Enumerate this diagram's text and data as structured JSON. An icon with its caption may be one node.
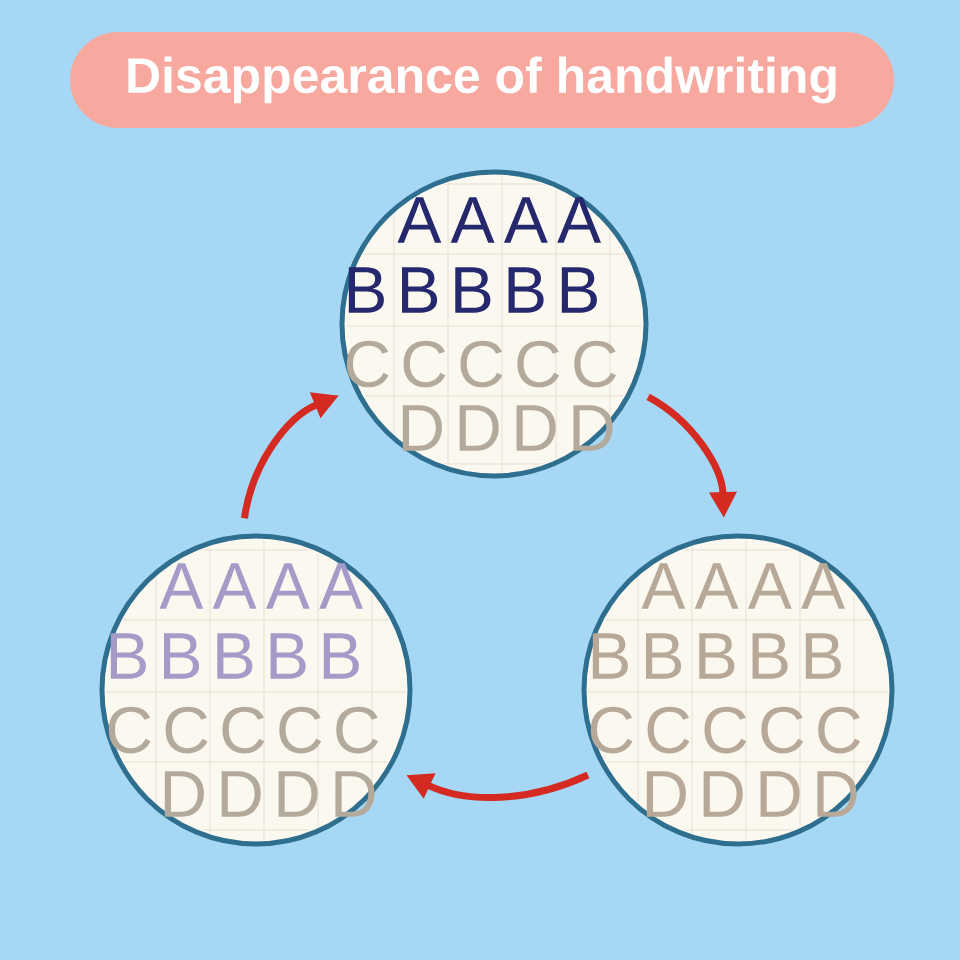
{
  "diagram": {
    "title": "Disappearance of handwriting",
    "nodes": [
      {
        "text": [
          "AAAA",
          "BBBBB",
          "CCCCC",
          "DDDD"
        ]
      },
      {
        "text": [
          "AAAA",
          "BBBBB",
          "CCCCC",
          "DDDD"
        ]
      },
      {
        "text": [
          "AAAA",
          "BBBBB",
          "CCCCC",
          "DDDD"
        ]
      }
    ],
    "edges": [
      {
        "from": 0,
        "to": 1,
        "arrow": "to"
      },
      {
        "from": 1,
        "to": 2,
        "arrow": "to"
      },
      {
        "from": 2,
        "to": 0,
        "arrow": "to"
      }
    ]
  }
}
